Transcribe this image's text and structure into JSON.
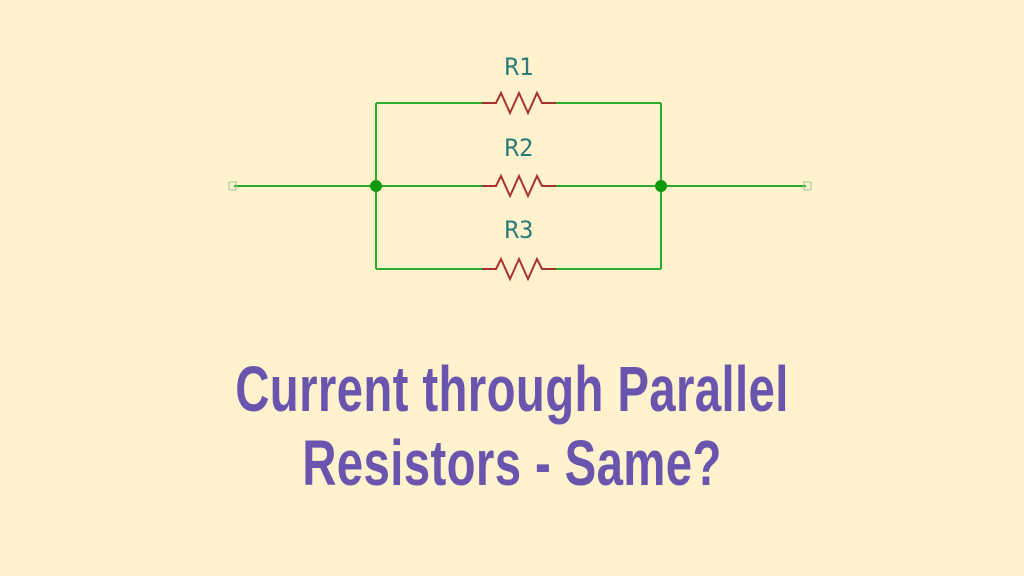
{
  "diagram": {
    "resistors": [
      {
        "label": "R1"
      },
      {
        "label": "R2"
      },
      {
        "label": "R3"
      }
    ],
    "colors": {
      "background": "#FFF2CC",
      "wire": "#2DAA2D",
      "resistor": "#A83232",
      "junction": "#0E9A0E",
      "label": "#2E7A7A"
    }
  },
  "caption": {
    "line1": "Current through Parallel",
    "line2": "Resistors - Same?"
  }
}
